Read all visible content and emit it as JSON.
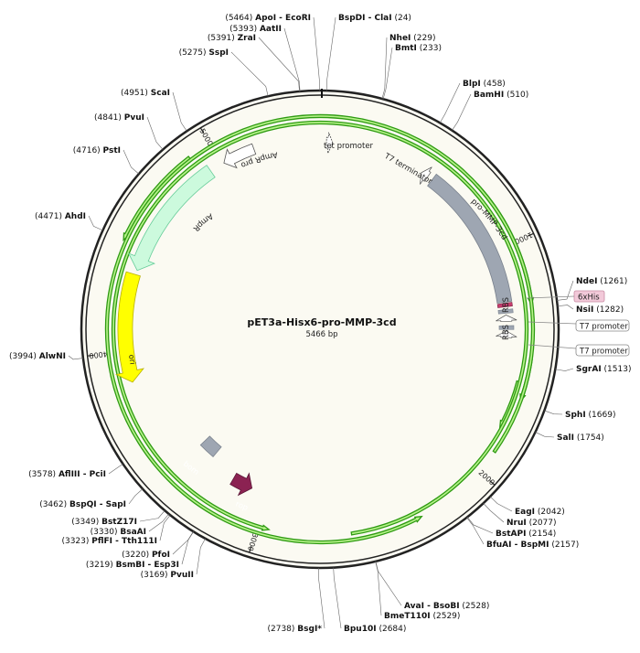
{
  "plasmid": {
    "name": "pET3a-Hisx6-pro-MMP-3cd",
    "size_label": "5466 bp",
    "length": 5466
  },
  "colors": {
    "backbone": "#222222",
    "orf": "#2e9a12",
    "orf_inner": "#b6f28a",
    "ampr": "#ccfadd",
    "ori": "#ffff00",
    "gray_feature": "#9ea6b2",
    "rop": "#8b2252",
    "his_tag": "#c83c6e",
    "his_box": "#f2c9d9"
  },
  "ticks": [
    {
      "pos": 1000,
      "label": "1000"
    },
    {
      "pos": 2000,
      "label": "2000"
    },
    {
      "pos": 3000,
      "label": "3000"
    },
    {
      "pos": 4000,
      "label": "4000"
    },
    {
      "pos": 5000,
      "label": "5000"
    }
  ],
  "sites": [
    {
      "pos_label": "(5464)",
      "name": "ApoI - EcoRI",
      "pos": 5464,
      "side": "left"
    },
    {
      "pos_label": "(24)",
      "name": "BspDI - ClaI",
      "pos": 24,
      "side": "right"
    },
    {
      "pos_label": "(5393)",
      "name": "AatII",
      "pos": 5393,
      "side": "left"
    },
    {
      "pos_label": "(5391)",
      "name": "ZraI",
      "pos": 5391,
      "side": "left"
    },
    {
      "pos_label": "(229)",
      "name": "NheI",
      "pos": 229,
      "side": "right"
    },
    {
      "pos_label": "(233)",
      "name": "BmtI",
      "pos": 233,
      "side": "right"
    },
    {
      "pos_label": "(5275)",
      "name": "SspI",
      "pos": 5275,
      "side": "left"
    },
    {
      "pos_label": "(458)",
      "name": "BlpI",
      "pos": 458,
      "side": "right"
    },
    {
      "pos_label": "(510)",
      "name": "BamHI",
      "pos": 510,
      "side": "right"
    },
    {
      "pos_label": "(4951)",
      "name": "ScaI",
      "pos": 4951,
      "side": "left"
    },
    {
      "pos_label": "(4841)",
      "name": "PvuI",
      "pos": 4841,
      "side": "left"
    },
    {
      "pos_label": "(4716)",
      "name": "PstI",
      "pos": 4716,
      "side": "left"
    },
    {
      "pos_label": "(4471)",
      "name": "AhdI",
      "pos": 4471,
      "side": "left"
    },
    {
      "pos_label": "(1261)",
      "name": "NdeI",
      "pos": 1261,
      "side": "right"
    },
    {
      "pos_label": "(1282)",
      "name": "NsiI",
      "pos": 1282,
      "side": "right"
    },
    {
      "pos_label": "(3994)",
      "name": "AlwNI",
      "pos": 3994,
      "side": "left"
    },
    {
      "pos_label": "(1513)",
      "name": "SgrAI",
      "pos": 1513,
      "side": "right"
    },
    {
      "pos_label": "(1669)",
      "name": "SphI",
      "pos": 1669,
      "side": "right"
    },
    {
      "pos_label": "(1754)",
      "name": "SalI",
      "pos": 1754,
      "side": "right"
    },
    {
      "pos_label": "(3578)",
      "name": "AflIII - PciI",
      "pos": 3578,
      "side": "left"
    },
    {
      "pos_label": "(3462)",
      "name": "BspQI - SapI",
      "pos": 3462,
      "side": "left"
    },
    {
      "pos_label": "(2042)",
      "name": "EagI",
      "pos": 2042,
      "side": "right"
    },
    {
      "pos_label": "(2077)",
      "name": "NruI",
      "pos": 2077,
      "side": "right"
    },
    {
      "pos_label": "(2154)",
      "name": "BstAPI",
      "pos": 2154,
      "side": "right"
    },
    {
      "pos_label": "(2157)",
      "name": "BfuAI - BspMI",
      "pos": 2157,
      "side": "right"
    },
    {
      "pos_label": "(3349)",
      "name": "BstZ17I",
      "pos": 3349,
      "side": "left"
    },
    {
      "pos_label": "(3330)",
      "name": "BsaAI",
      "pos": 3330,
      "side": "left"
    },
    {
      "pos_label": "(3323)",
      "name": "PflFI - Tth111I",
      "pos": 3323,
      "side": "left"
    },
    {
      "pos_label": "(3220)",
      "name": "PfoI",
      "pos": 3220,
      "side": "left"
    },
    {
      "pos_label": "(3219)",
      "name": "BsmBI - Esp3I",
      "pos": 3219,
      "side": "left"
    },
    {
      "pos_label": "(3169)",
      "name": "PvuII",
      "pos": 3169,
      "side": "left"
    },
    {
      "pos_label": "(2528)",
      "name": "AvaI - BsoBI",
      "pos": 2528,
      "side": "right"
    },
    {
      "pos_label": "(2529)",
      "name": "BmeT110I",
      "pos": 2529,
      "side": "right"
    },
    {
      "pos_label": "(2684)",
      "name": "Bpu10I",
      "pos": 2684,
      "side": "right"
    },
    {
      "pos_label": "(2738)",
      "name": "BsgI*",
      "pos": 2738,
      "side": "left"
    }
  ],
  "features": {
    "tet_promoter": {
      "label": "tet promoter"
    },
    "t7_terminator": {
      "label": "T7 terminator"
    },
    "ampr_promoter": {
      "label": "AmpR promoter"
    },
    "ampr": {
      "label": "AmpR"
    },
    "pro_mmp": {
      "label": "pro-MMP-3cd"
    },
    "his_tag": {
      "label": "6xHis"
    },
    "rbs_1": {
      "label": "RBS"
    },
    "rbs_2": {
      "label": "RBS"
    },
    "t7_promoter_1": {
      "label": "T7 promoter"
    },
    "t7_promoter_2": {
      "label": "T7 promoter"
    },
    "ori": {
      "label": "ori"
    },
    "bom": {
      "label": "bom"
    },
    "rop": {
      "label": "rop"
    }
  }
}
